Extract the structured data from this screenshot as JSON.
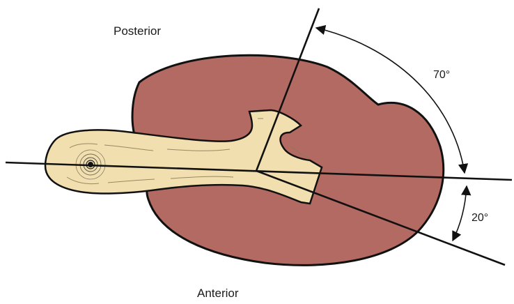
{
  "labels": {
    "posterior": "Posterior",
    "anterior": "Anterior",
    "angle_upper": "70°",
    "angle_lower": "20°"
  },
  "colors": {
    "kidney": "#b36a62",
    "pelvis": "#f1dfaf",
    "outline": "#111111",
    "background": "#ffffff"
  }
}
